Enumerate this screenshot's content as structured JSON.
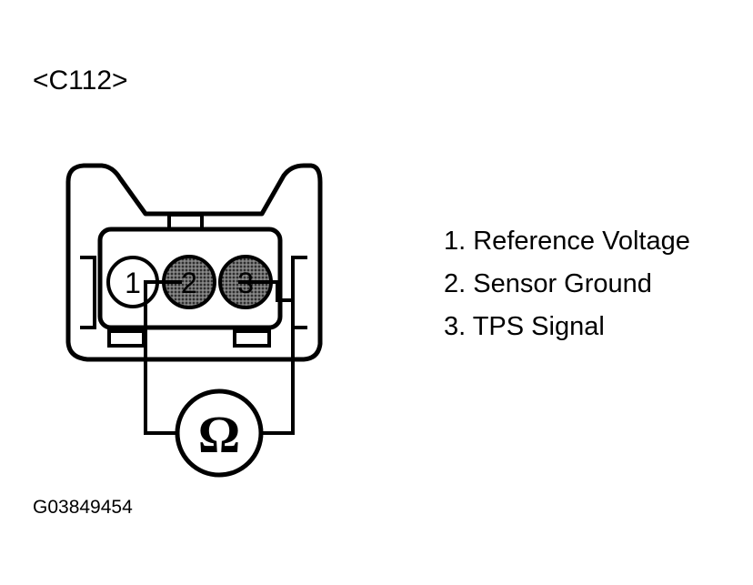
{
  "connector": {
    "label": "<C112>",
    "pins": [
      "1",
      "2",
      "3"
    ]
  },
  "meter": {
    "symbol": "Ω"
  },
  "legend": [
    "1. Reference Voltage",
    "2. Sensor Ground",
    "3. TPS Signal"
  ],
  "figure_id": "G03849454",
  "colors": {
    "line": "#000000",
    "background": "#ffffff",
    "probed_pin_fill": "#555555"
  }
}
